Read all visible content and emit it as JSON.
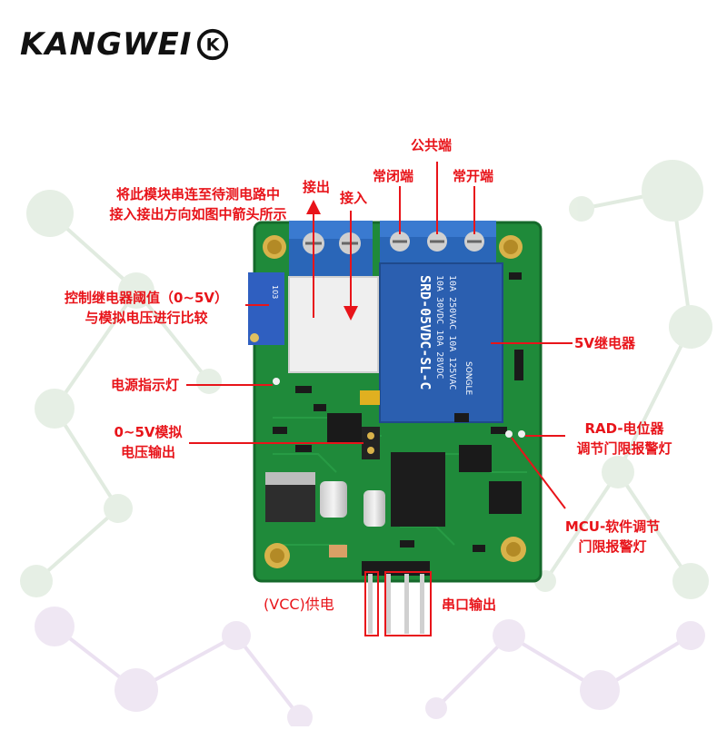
{
  "brand": {
    "name": "KANGWEI",
    "mark": "K"
  },
  "labels": {
    "insert_note_line1": "将此模块串连至待测电路中",
    "insert_note_line2": "接入接出方向如图中箭头所示",
    "output_terminal": "接出",
    "input_terminal": "接入",
    "common_terminal": "公共端",
    "nc_terminal": "常闭端",
    "no_terminal": "常开端",
    "threshold_line1": "控制继电器阈值（0~5V）",
    "threshold_line2": "与模拟电压进行比较",
    "relay": "5V继电器",
    "power_led": "电源指示灯",
    "analog_out_line1": "0~5V模拟",
    "analog_out_line2": "电压输出",
    "rad_line1": "RAD-电位器",
    "rad_line2": "调节门限报警灯",
    "mcu_line1": "MCU-软件调节",
    "mcu_line2": "门限报警灯",
    "vcc": "(VCC)供电",
    "serial": "串口输出"
  },
  "relay_markings": {
    "line1": "10A 250VAC  10A 125VAC",
    "line2": "10A 30VDC  10A 28VDC",
    "model": "SRD-05VDC-SL-C",
    "brand": "SONGLE"
  },
  "colors": {
    "label_red": "#e8141a",
    "pcb_green": "#1f8a3a",
    "terminal_blue": "#2a66b8",
    "relay_blue": "#2b5fb0",
    "background": "#ffffff"
  }
}
